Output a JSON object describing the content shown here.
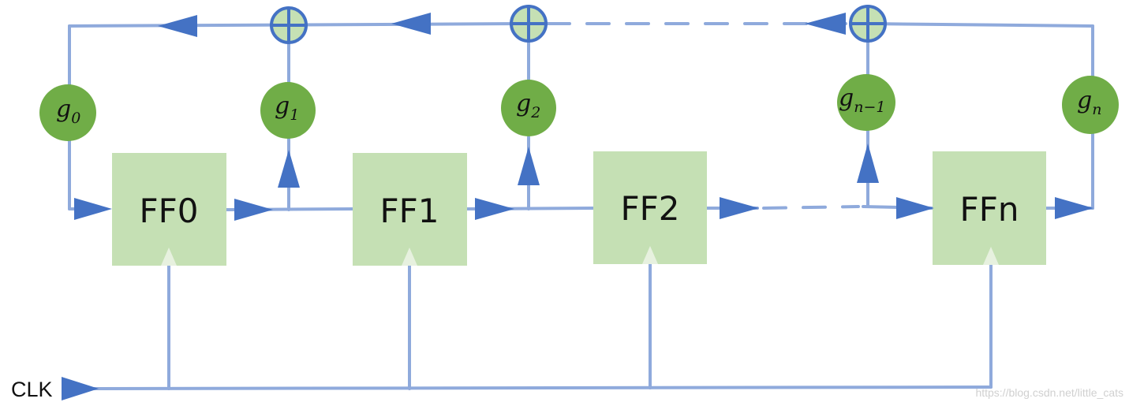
{
  "flip_flops": [
    {
      "id": "ff0",
      "label": "FF0"
    },
    {
      "id": "ff1",
      "label": "FF1"
    },
    {
      "id": "ff2",
      "label": "FF2"
    },
    {
      "id": "ffn",
      "label": "FFn"
    }
  ],
  "taps": [
    {
      "id": "g0",
      "base": "g",
      "sub": "0"
    },
    {
      "id": "g1",
      "base": "g",
      "sub": "1"
    },
    {
      "id": "g2",
      "base": "g",
      "sub": "2"
    },
    {
      "id": "gn1",
      "base": "g",
      "sub": "n−1"
    },
    {
      "id": "gn",
      "base": "g",
      "sub": "n"
    }
  ],
  "clock": {
    "label": "CLK"
  },
  "watermark": {
    "text": "https://blog.csdn.net/little_cats"
  },
  "colors": {
    "wire": "#8faadc",
    "arrow": "#4472c4",
    "flip_flop_fill": "#c5e0b4",
    "tap_fill": "#70ad47",
    "xor_fill": "#c5e0b4",
    "xor_stroke": "#4472c4"
  }
}
